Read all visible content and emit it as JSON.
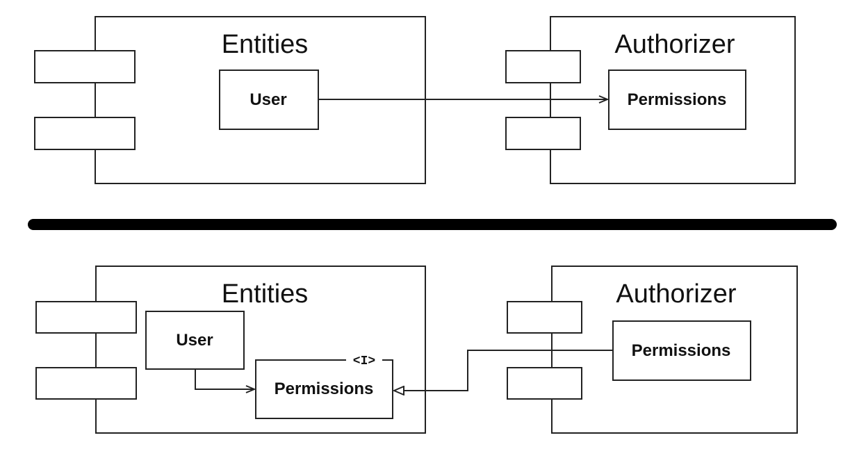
{
  "top": {
    "left_component": {
      "title": "Entities",
      "class_label": "User"
    },
    "right_component": {
      "title": "Authorizer",
      "class_label": "Permissions"
    }
  },
  "bottom": {
    "left_component": {
      "title": "Entities",
      "user_label": "User",
      "interface_label": "Permissions",
      "interface_stereotype": "<I>"
    },
    "right_component": {
      "title": "Authorizer",
      "class_label": "Permissions"
    }
  },
  "colors": {
    "stroke": "#222222",
    "divider": "#000000",
    "background": "#ffffff"
  }
}
